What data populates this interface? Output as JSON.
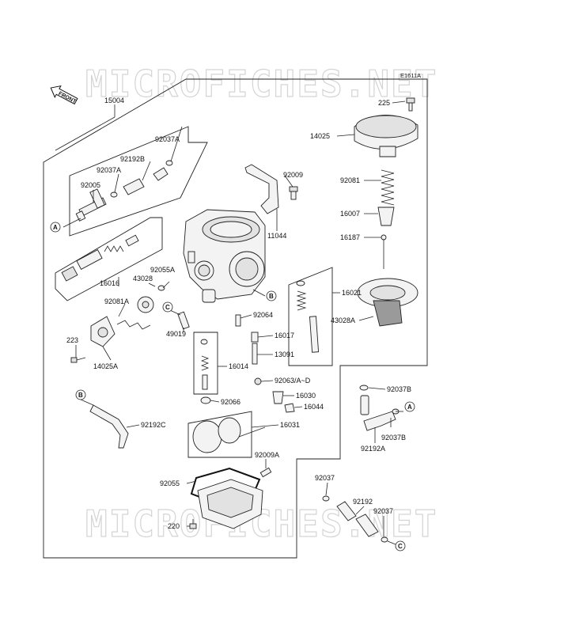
{
  "watermark": "MICROFICHES.NET",
  "code": "E1611A",
  "front_label": "FRONT",
  "part_numbers": {
    "p15004": "15004",
    "p92037A_top": "92037A",
    "p92192B": "92192B",
    "p92037A_mid": "92037A",
    "p92005": "92005",
    "p225": "225",
    "p14025": "14025",
    "p92009": "92009",
    "p92081": "92081",
    "p16007": "16007",
    "p11044": "11044",
    "p16187": "16187",
    "p16016": "16016",
    "p92055A": "92055A",
    "p43028": "43028",
    "p16021": "16021",
    "p92081A": "92081A",
    "p43028A": "43028A",
    "p92064": "92064",
    "p49019": "49019",
    "p223": "223",
    "p16017": "16017",
    "p13091": "13091",
    "p14025A": "14025A",
    "p16014": "16014",
    "p92063": "92063/A~D",
    "p16030": "16030",
    "p92037B_top": "92037B",
    "p16044": "16044",
    "p92066": "92066",
    "p92192C": "92192C",
    "p16031": "16031",
    "p92037B_bot": "92037B",
    "p92192A": "92192A",
    "p92009A": "92009A",
    "p92037_left": "92037",
    "p92055": "92055",
    "p92192": "92192",
    "p92037_right": "92037",
    "p220": "220"
  },
  "callouts": {
    "a": "A",
    "b": "B",
    "c": "C"
  }
}
